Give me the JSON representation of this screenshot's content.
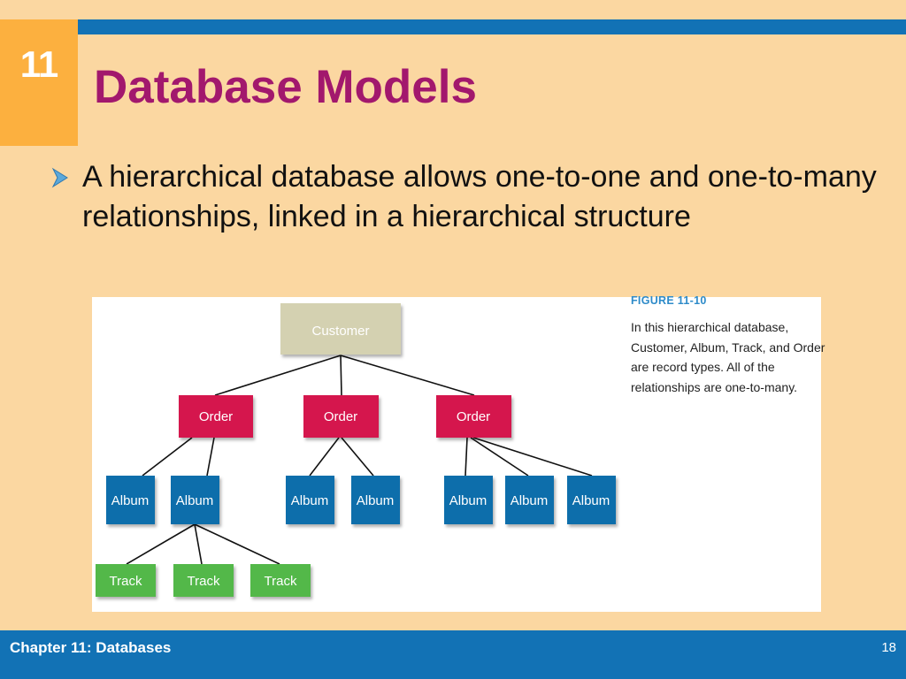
{
  "slide": {
    "chapter_number": "11",
    "title": "Database Models",
    "bullet": "A hierarchical database allows one-to-one and one-to-many relationships, linked in a hierarchical structure",
    "footer_left": "Chapter 11: Databases",
    "page_number": "18"
  },
  "figure": {
    "caption_title": "FIGURE 11-10",
    "caption_body": "In this hierarchical database, Customer, Album, Track, and Order are record types. All of the relationships are one-to-many.",
    "nodes": {
      "customer": "Customer",
      "order": "Order",
      "album": "Album",
      "track": "Track"
    },
    "colors": {
      "customer": "#D4D1B1",
      "order": "#D5154D",
      "album": "#0F6EAB",
      "track": "#52B84A"
    }
  },
  "theme": {
    "background": "#FBD7A1",
    "accent_blue": "#1272B5",
    "tab_orange": "#FCB03F",
    "title_color": "#A2186D",
    "bullet_arrow": "bullet-arrow-icon"
  }
}
